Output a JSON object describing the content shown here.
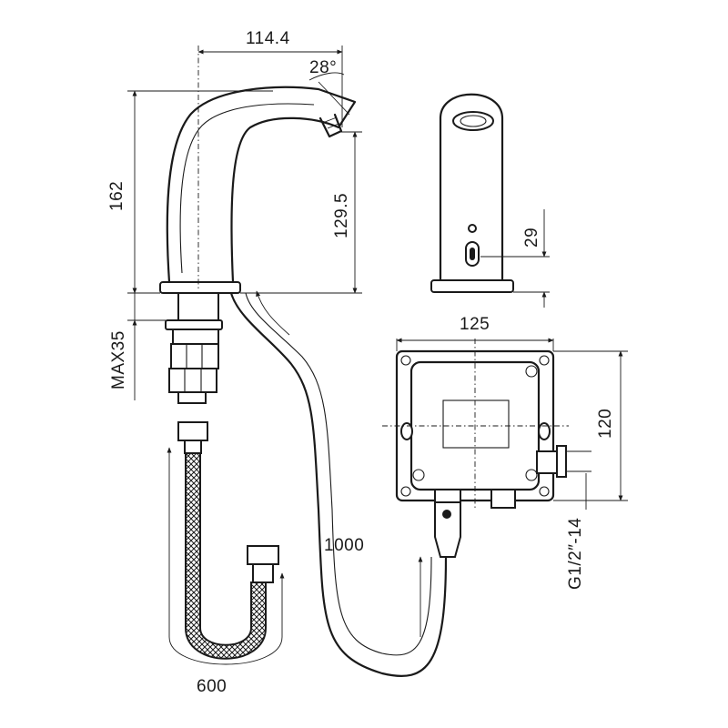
{
  "diagram": {
    "labels": {
      "spout_reach": "114.4",
      "spout_angle": "28°",
      "total_height": "162",
      "outlet_height": "129.5",
      "sensor_height": "29",
      "mounting_depth": "MAX35",
      "box_width": "125",
      "box_height": "120",
      "inlet_thread": "G1/2″-14",
      "cable_length": "1000",
      "hose_length": "600"
    }
  }
}
